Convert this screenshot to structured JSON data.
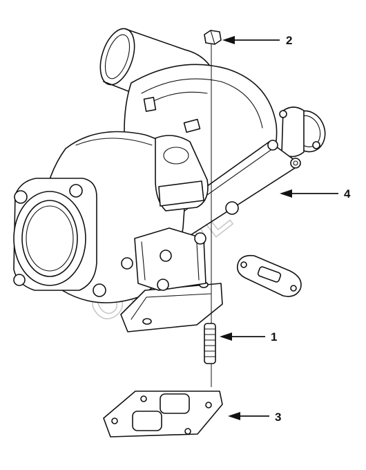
{
  "callouts": [
    {
      "id": "1",
      "label": "1"
    },
    {
      "id": "2",
      "label": "2"
    },
    {
      "id": "3",
      "label": "3"
    },
    {
      "id": "4",
      "label": "4"
    }
  ],
  "watermark": {
    "text": "OMAOL"
  },
  "colors": {
    "line": "#111111",
    "background": "#ffffff",
    "watermark": "#c9c9c9"
  }
}
